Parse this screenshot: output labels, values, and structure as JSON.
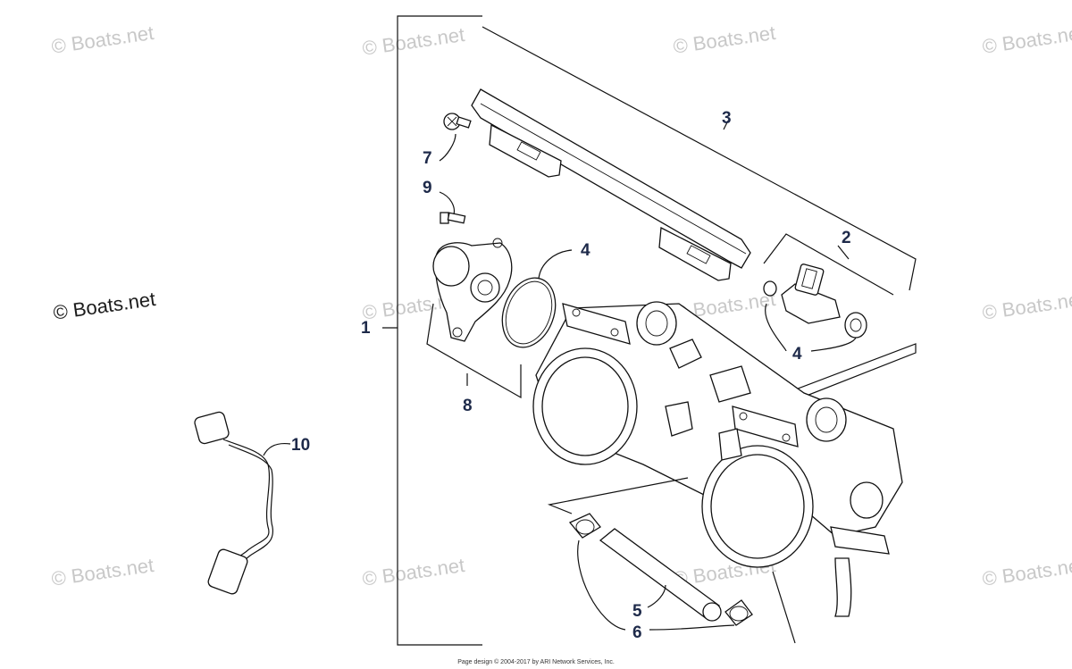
{
  "watermark_text": "© Boats.net",
  "callouts": {
    "c1": "1",
    "c2": "2",
    "c3": "3",
    "c4a": "4",
    "c4b": "4",
    "c5": "5",
    "c6": "6",
    "c7": "7",
    "c8": "8",
    "c9": "9",
    "c10": "10"
  },
  "footer": "Page design © 2004-2017 by ARI Network Services, Inc."
}
